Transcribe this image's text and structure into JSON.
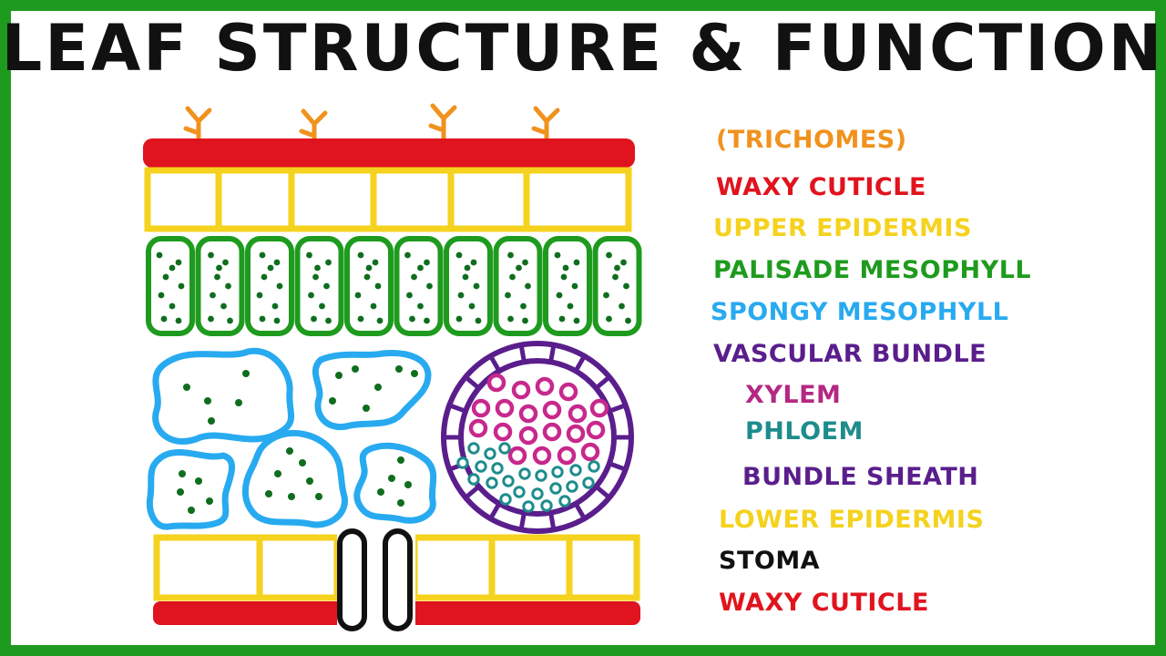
{
  "title": "LEAF STRUCTURE & FUNCTION",
  "legend": [
    {
      "key": "trichomes",
      "label": "(TRICHOMES)",
      "color": "#f0921e"
    },
    {
      "key": "waxy-cuticle-upper",
      "label": "WAXY CUTICLE",
      "color": "#e0141e"
    },
    {
      "key": "upper-epidermis",
      "label": "UPPER EPIDERMIS",
      "color": "#f5d21e"
    },
    {
      "key": "palisade-mesophyll",
      "label": "PALISADE MESOPHYLL",
      "color": "#1e9b1e"
    },
    {
      "key": "spongy-mesophyll",
      "label": "SPONGY MESOPHYLL",
      "color": "#28aaf0"
    },
    {
      "key": "vascular-bundle",
      "label": "VASCULAR BUNDLE",
      "color": "#5a1e8c"
    },
    {
      "key": "xylem",
      "label": "XYLEM",
      "color": "#b42882"
    },
    {
      "key": "phloem",
      "label": "PHLOEM",
      "color": "#1e8c8c"
    },
    {
      "key": "bundle-sheath",
      "label": "BUNDLE SHEATH",
      "color": "#5a1e8c"
    },
    {
      "key": "lower-epidermis",
      "label": "LOWER EPIDERMIS",
      "color": "#f5d21e"
    },
    {
      "key": "stoma",
      "label": "STOMA",
      "color": "#111111"
    },
    {
      "key": "waxy-cuticle-lower",
      "label": "WAXY CUTICLE",
      "color": "#e0141e"
    }
  ],
  "colors": {
    "cuticle": "#e0141e",
    "epidermis": "#f5d21e",
    "palisade": "#1e9b1e",
    "chloroplast": "#0f6e1e",
    "spongy": "#28aaf0",
    "vascular_bundle": "#5a1e8c",
    "xylem": "#c8288c",
    "phloem": "#1e8c8c",
    "trichome": "#f0921e",
    "stoma": "#111111"
  }
}
